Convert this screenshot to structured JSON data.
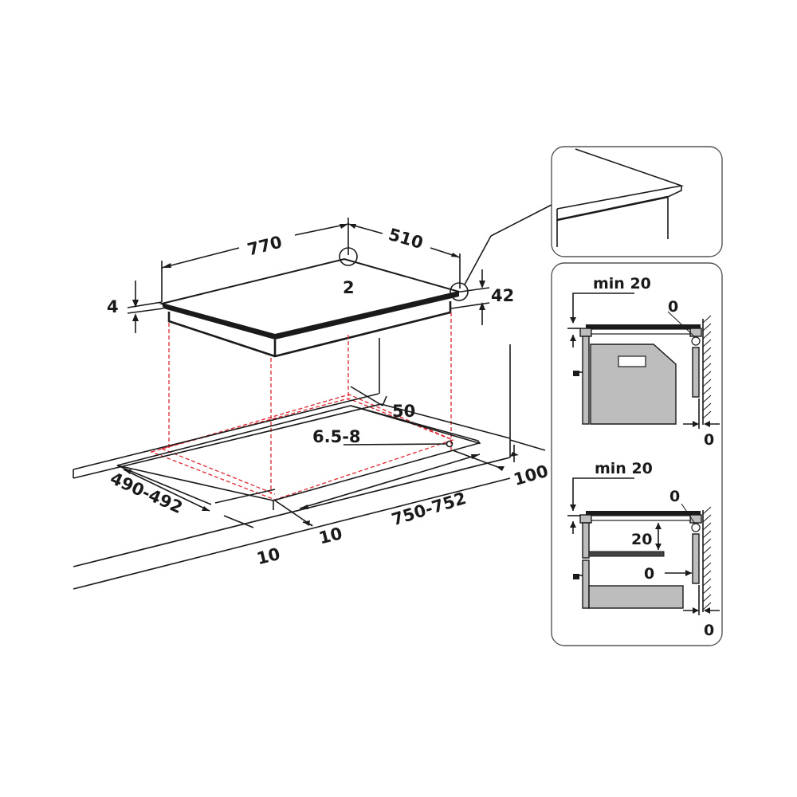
{
  "main_view": {
    "labels": {
      "width_770": "770",
      "depth_510": "510",
      "gap_2": "2",
      "edge_4": "4",
      "height_42": "42",
      "hole_6_5_8": "6.5-8",
      "offset_50": "50",
      "offset_100": "100",
      "cutout_depth": "490-492",
      "cutout_width": "750-752",
      "margin_10_left": "10",
      "margin_10_right": "10"
    }
  },
  "detail_top": {
    "labels": {
      "min_20": "min 20",
      "zero_top": "0",
      "zero_side": "0"
    }
  },
  "detail_bottom": {
    "labels": {
      "min_20": "min 20",
      "zero_top": "0",
      "gap_20": "20",
      "zero_mid": "0",
      "zero_side": "0"
    }
  }
}
